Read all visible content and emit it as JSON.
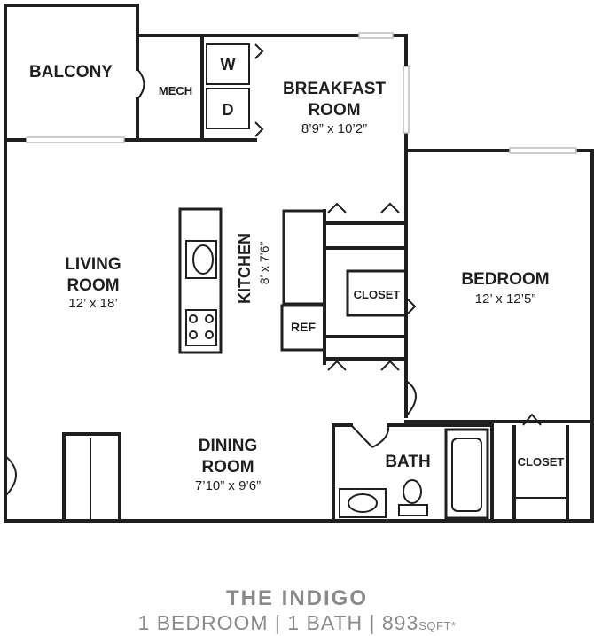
{
  "rooms": {
    "balcony": {
      "name": "BALCONY"
    },
    "mech": {
      "name": "MECH"
    },
    "washer": {
      "name": "W"
    },
    "dryer": {
      "name": "D"
    },
    "breakfast": {
      "name_line1": "BREAKFAST",
      "name_line2": "ROOM",
      "dims": "8’9” x 10’2”"
    },
    "living": {
      "name_line1": "LIVING",
      "name_line2": "ROOM",
      "dims": "12’ x 18’"
    },
    "kitchen": {
      "name": "KITCHEN",
      "dims": "8’ x 7’6”"
    },
    "closet_hall": {
      "name": "CLOSET"
    },
    "ref": {
      "name": "REF"
    },
    "bedroom": {
      "name": "BEDROOM",
      "dims": "12’ x 12’5”"
    },
    "dining": {
      "name_line1": "DINING",
      "name_line2": "ROOM",
      "dims": "7’10” x 9’6”"
    },
    "bath": {
      "name": "BATH"
    },
    "closet_bed": {
      "name": "CLOSET"
    }
  },
  "footer": {
    "plan_name": "THE INDIGO",
    "specs_main": "1 BEDROOM | 1 BATH | 893",
    "specs_unit": "SQFT*"
  },
  "colors": {
    "wall": "#1f1f1f",
    "footer_text": "#8a8a8a",
    "window": "#bdbdbd"
  }
}
